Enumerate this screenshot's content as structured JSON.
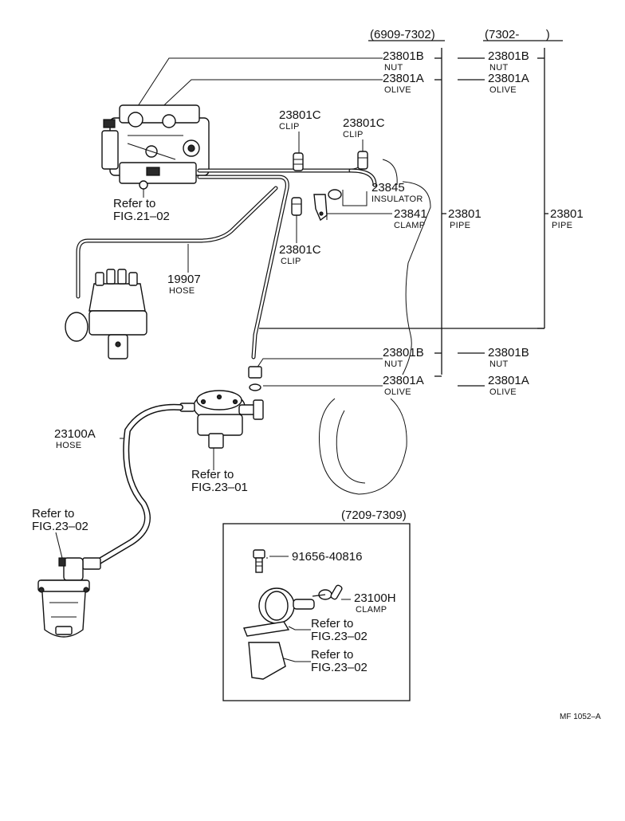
{
  "header": {
    "range_a": "(6909-7302)",
    "range_b": "(7302-        )"
  },
  "callouts": {
    "nut_top_a": {
      "part": "23801B",
      "desc": "NUT"
    },
    "olive_top_a": {
      "part": "23801A",
      "desc": "OLIVE"
    },
    "nut_top_b": {
      "part": "23801B",
      "desc": "NUT"
    },
    "olive_top_b": {
      "part": "23801A",
      "desc": "OLIVE"
    },
    "clip_left": {
      "part": "23801C",
      "desc": "CLIP"
    },
    "clip_right": {
      "part": "23801C",
      "desc": "CLIP"
    },
    "insulator": {
      "part": "23845",
      "desc": "INSULATOR"
    },
    "clamp": {
      "part": "23841",
      "desc": "CLAMP"
    },
    "pipe_a": {
      "part": "23801",
      "desc": "PIPE"
    },
    "pipe_b": {
      "part": "23801",
      "desc": "PIPE"
    },
    "clip_lower": {
      "part": "23801C",
      "desc": "CLIP"
    },
    "vacuum_hose": {
      "part": "19907",
      "desc": "HOSE"
    },
    "nut_bottom_a": {
      "part": "23801B",
      "desc": "NUT"
    },
    "olive_bottom_a": {
      "part": "23801A",
      "desc": "OLIVE"
    },
    "nut_bottom_b": {
      "part": "23801B",
      "desc": "NUT"
    },
    "olive_bottom_b": {
      "part": "23801A",
      "desc": "OLIVE"
    },
    "fuel_hose": {
      "part": "23100A",
      "desc": "HOSE"
    }
  },
  "refs": {
    "carb": {
      "line1": "Refer to",
      "line2": "FIG.21–02"
    },
    "pump": {
      "line1": "Refer to",
      "line2": "FIG.23–01"
    },
    "filter": {
      "line1": "Refer to",
      "line2": "FIG.23–02"
    }
  },
  "inset": {
    "range": "(7209-7309)",
    "bolt": {
      "part": "91656-40816"
    },
    "clamp": {
      "part": "23100H",
      "desc": "CLAMP"
    },
    "filter_ref": {
      "line1": "Refer to",
      "line2": "FIG.23–02"
    },
    "bracket_ref": {
      "line1": "Refer to",
      "line2": "FIG.23–02"
    }
  },
  "footer": {
    "code": "MF 1052–A"
  }
}
